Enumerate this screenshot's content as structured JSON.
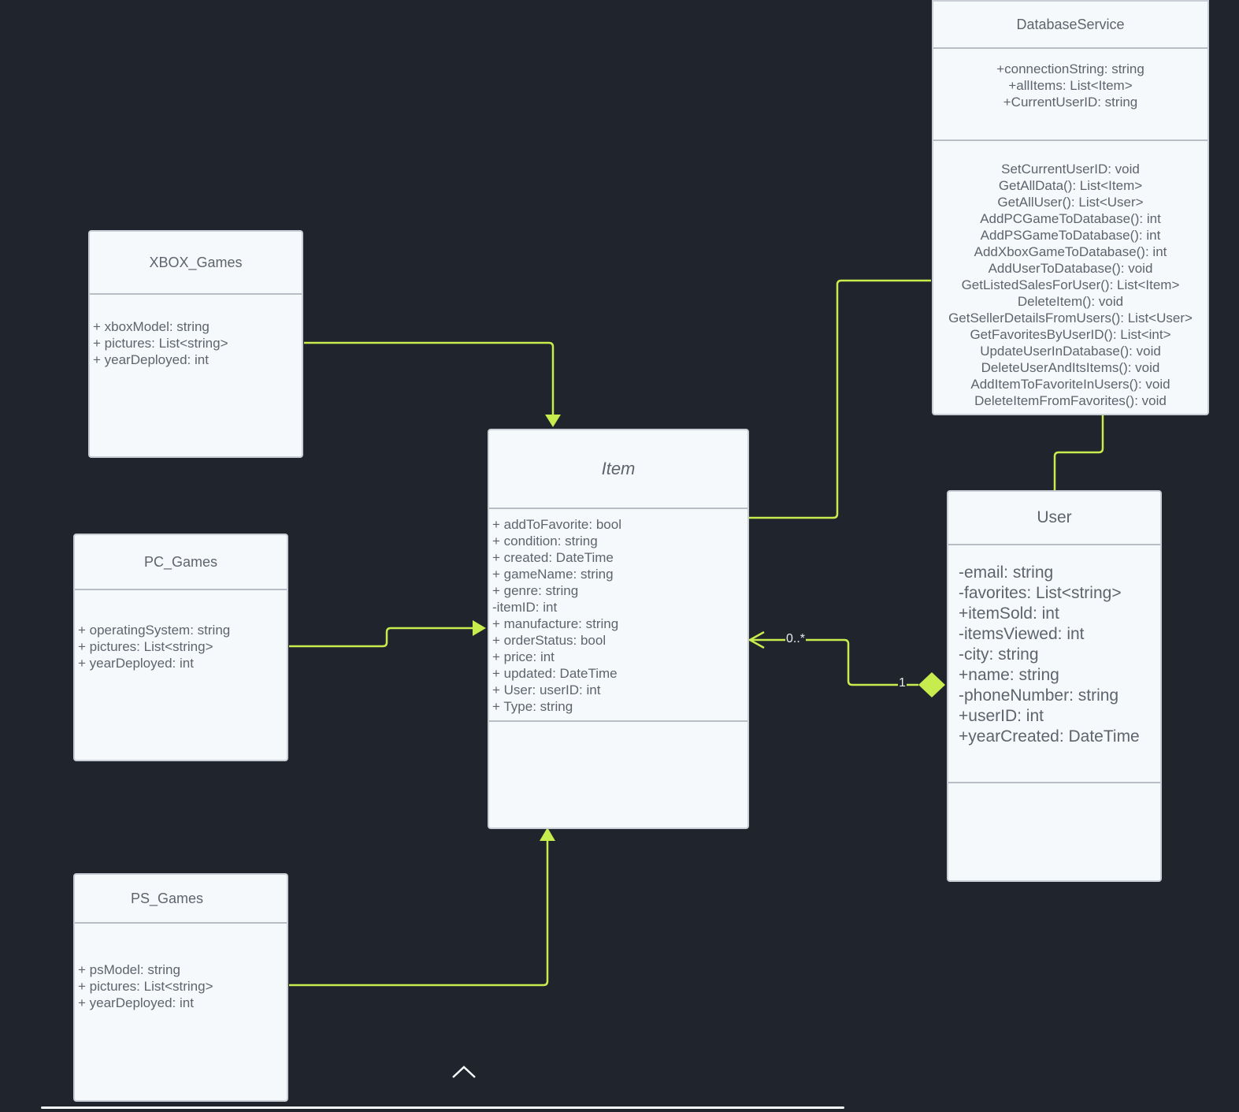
{
  "diagram": {
    "classes": {
      "xbox": {
        "name": "XBOX_Games",
        "attributes": [
          "+ xboxModel: string",
          "+ pictures: List<string>",
          "+ yearDeployed: int"
        ]
      },
      "pc": {
        "name": "PC_Games",
        "attributes": [
          "+ operatingSystem: string",
          "+ pictures: List<string>",
          "+ yearDeployed: int"
        ]
      },
      "ps": {
        "name": "PS_Games",
        "attributes": [
          "+ psModel: string",
          "+ pictures: List<string>",
          "+ yearDeployed: int"
        ]
      },
      "item": {
        "name": "Item",
        "attributes": [
          "+ addToFavorite: bool",
          "+ condition: string",
          "+ created: DateTime",
          "+ gameName: string",
          "+ genre: string",
          "-itemID: int",
          "+ manufacture: string",
          "+ orderStatus: bool",
          "+ price: int",
          "+ updated: DateTime",
          "+ User: userID: int",
          "+ Type: string"
        ]
      },
      "database": {
        "name": "DatabaseService",
        "attributes": [
          "+connectionString: string",
          "+allItems: List<Item>",
          "+CurrentUserID: string"
        ],
        "methods": [
          "SetCurrentUserID: void",
          "GetAllData(): List<Item>",
          "GetAllUser(): List<User>",
          "AddPCGameToDatabase(): int",
          "AddPSGameToDatabase(): int",
          "AddXboxGameToDatabase(): int",
          "AddUserToDatabase(): void",
          "GetListedSalesForUser(): List<Item>",
          "DeleteItem(): void",
          "GetSellerDetailsFromUsers(): List<User>",
          "GetFavoritesByUserID(): List<int>",
          "UpdateUserInDatabase(): void",
          "DeleteUserAndItsItems(): void",
          "AddItemToFavoriteInUsers(): void",
          "DeleteItemFromFavorites(): void"
        ]
      },
      "user": {
        "name": "User",
        "attributes": [
          "-email: string",
          "-favorites: List<string>",
          "+itemSold: int",
          "-itemsViewed: int",
          "-city: string",
          "+name: string",
          "-phoneNumber: string",
          "+userID: int",
          "+yearCreated: DateTime"
        ]
      }
    },
    "multiplicity": {
      "item_end": "0..*",
      "user_end": "1"
    },
    "colors": {
      "background": "#20242c",
      "connector": "#c6ec4e",
      "box_fill": "#f5f9fc",
      "box_text": "#5f646c"
    },
    "icons": {
      "collapse": "chevron-up-icon"
    }
  }
}
